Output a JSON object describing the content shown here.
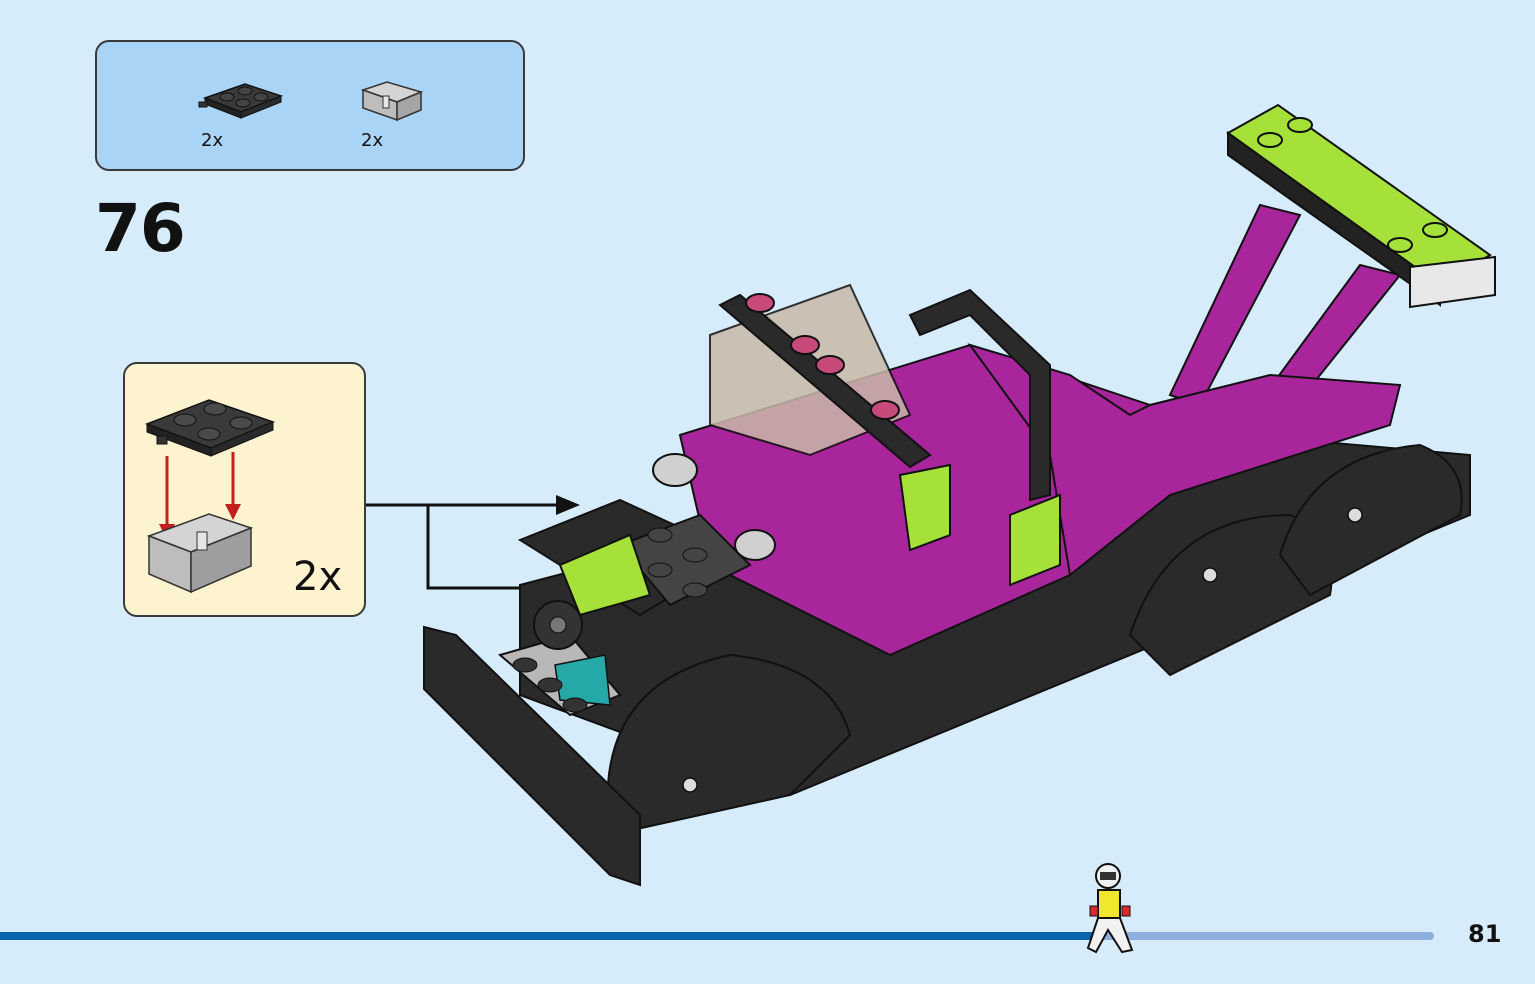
{
  "parts_list": {
    "items": [
      {
        "icon": "plate-2x2-with-pin-icon",
        "color": "#2f2f2f",
        "quantity": "2x"
      },
      {
        "icon": "hinge-bracket-icon",
        "color": "#bfbfbf",
        "quantity": "2x"
      }
    ]
  },
  "step": {
    "number": "76"
  },
  "sub_assembly": {
    "quantity": "2x"
  },
  "page": {
    "number": "81",
    "progress": 0.77
  },
  "colors": {
    "background": "#d6ecfb",
    "parts_box": "#a9d4f5",
    "sub_box": "#fdf4cf",
    "progress": "#0a62ad",
    "magenta": "#a8259b",
    "lime": "#a6e13a",
    "black": "#2a2a2a"
  }
}
